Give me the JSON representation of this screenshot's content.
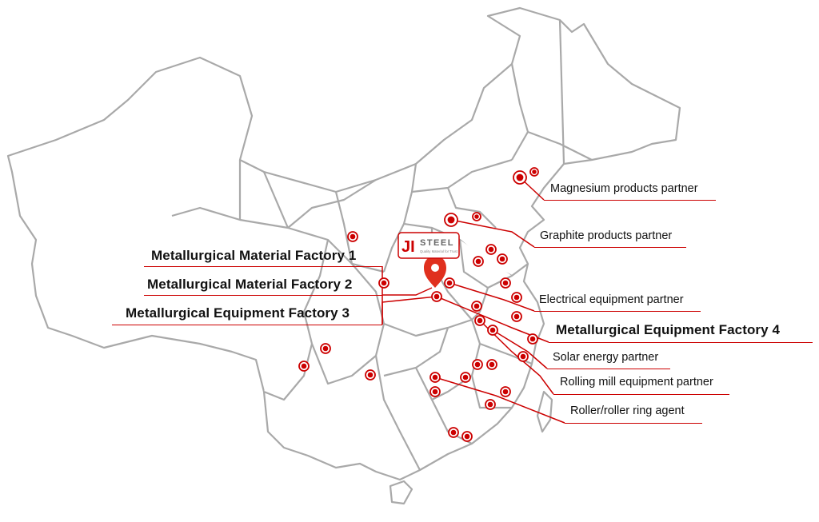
{
  "logo": {
    "mark": "JI",
    "word": "STEEL",
    "tagline": "Quality Material for Trust"
  },
  "colors": {
    "accent": "#cc0000",
    "map_fill": "#ffffff",
    "map_stroke": "#a9a9a9",
    "text": "#111111"
  },
  "icons": {
    "headquarters": "map-pin-icon",
    "site": "location-dot-icon"
  },
  "labels_left": [
    "Metallurgical Material Factory 1",
    "Metallurgical Material Factory 2",
    "Metallurgical Equipment Factory 3"
  ],
  "labels_right": [
    "Magnesium products partner",
    "Graphite products partner",
    "Electrical equipment partner",
    "Metallurgical Equipment Factory 4",
    "Solar energy partner",
    "Rolling mill equipment partner",
    "Roller/roller ring agent"
  ]
}
